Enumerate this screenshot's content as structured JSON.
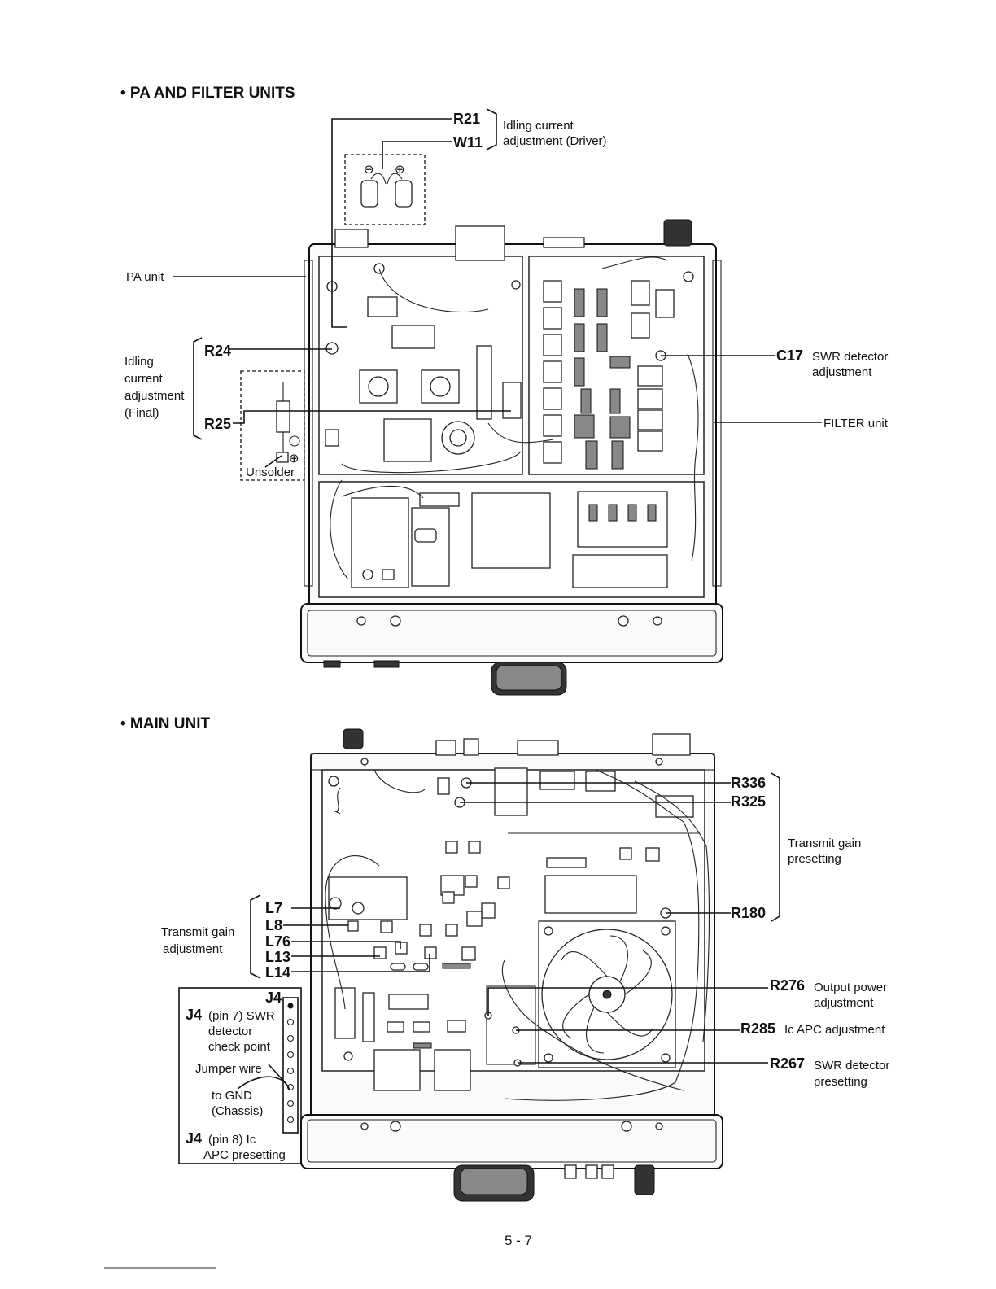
{
  "sections": {
    "pa_filter": {
      "heading": "• PA AND FILTER UNITS",
      "refs": {
        "r21": "R21",
        "w11": "W11",
        "r24": "R24",
        "r25": "R25",
        "c17": "C17"
      },
      "labels": {
        "idling_driver_1": "Idling current",
        "idling_driver_2": "adjustment (Driver)",
        "pa_unit": "PA unit",
        "idling_final_1": "Idling",
        "idling_final_2": "current",
        "idling_final_3": "adjustment",
        "idling_final_4": "(Final)",
        "unsolder": "Unsolder",
        "swr_adj_1": "SWR detector",
        "swr_adj_2": "adjustment",
        "filter_unit": "FILTER unit"
      }
    },
    "main": {
      "heading": "• MAIN UNIT",
      "refs": {
        "r336": "R336",
        "r325": "R325",
        "r180": "R180",
        "l7": "L7",
        "l8": "L8",
        "l76": "L76",
        "l13": "L13",
        "l14": "L14",
        "r276": "R276",
        "r285": "R285",
        "r267": "R267",
        "j4": "J4",
        "j4a": "J4",
        "j4b": "J4"
      },
      "labels": {
        "tx_preset_1": "Transmit gain",
        "tx_preset_2": "presetting",
        "tx_adj_1": "Transmit gain",
        "tx_adj_2": "adjustment",
        "out_pwr_1": "Output power",
        "out_pwr_2": "adjustment",
        "ic_apc_adj": "Ic APC adjustment",
        "swr_pre_1": "SWR detector",
        "swr_pre_2": "presetting",
        "j4_pin7_1": "(pin 7)  SWR",
        "j4_pin7_2": "detector",
        "j4_pin7_3": "check point",
        "jumper": "Jumper wire",
        "to_gnd_1": "to GND",
        "to_gnd_2": "(Chassis)",
        "j4_pin8_1": "(pin 8)  Ic",
        "j4_pin8_2": "APC presetting"
      }
    }
  },
  "page_number": "5 - 7"
}
